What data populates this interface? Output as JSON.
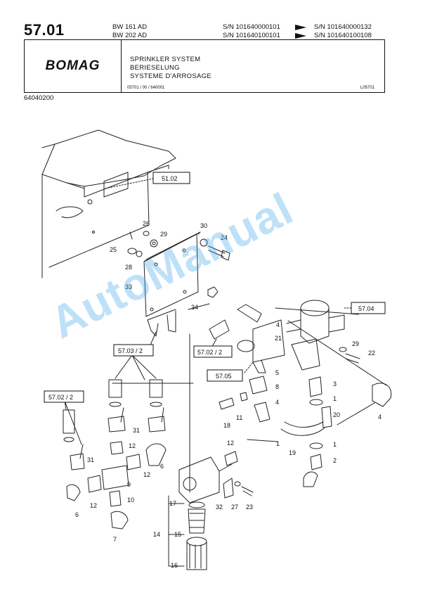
{
  "header": {
    "page_number": "57.01",
    "models": [
      "BW 161 AD",
      "BW 202 AD"
    ],
    "serial_ranges": [
      {
        "from": "S/N 101640000101",
        "to": "S/N 101640000132"
      },
      {
        "from": "S/N 101640100101",
        "to": "S/N 101640100108"
      }
    ]
  },
  "title_block": {
    "brand": "BOMAG",
    "titles": [
      "SPRINKLER SYSTEM",
      "BERIESELUNG",
      "SYSTEME D'ARROSAGE"
    ],
    "left_code": "05701 / 00 / 640001",
    "right_code": "L05701"
  },
  "doc_number": "64040200",
  "references": {
    "r5102": "51.02",
    "r5704": "57.04",
    "r57032": "57.03 / 2",
    "r57022a": "57.02 / 2",
    "r57022b": "57.02 / 2",
    "r5705": "57.05"
  },
  "callouts": {
    "c26": "26",
    "c29a": "29",
    "c30": "30",
    "c24": "24",
    "c25": "25",
    "c28": "28",
    "c33": "33",
    "c34": "34",
    "c4a": "4",
    "c21": "21",
    "c29b": "29",
    "c22": "22",
    "c5": "5",
    "c3": "3",
    "c8": "8",
    "c1a": "1",
    "c4b": "4",
    "c18": "18",
    "c11": "11",
    "c20": "20",
    "c4c": "4",
    "c1b": "1",
    "c19": "19",
    "c1c": "1",
    "c2": "2",
    "c31a": "31",
    "c12a": "12",
    "c6a": "6",
    "c31b": "31",
    "c12b": "12",
    "c9": "9",
    "c10": "10",
    "c12c": "12",
    "c6b": "6",
    "c12d": "12",
    "c7": "7",
    "c17": "17",
    "c32": "32",
    "c27": "27",
    "c23": "23",
    "c14": "14",
    "c15": "15",
    "c16": "16"
  },
  "watermark": "AutoManual"
}
